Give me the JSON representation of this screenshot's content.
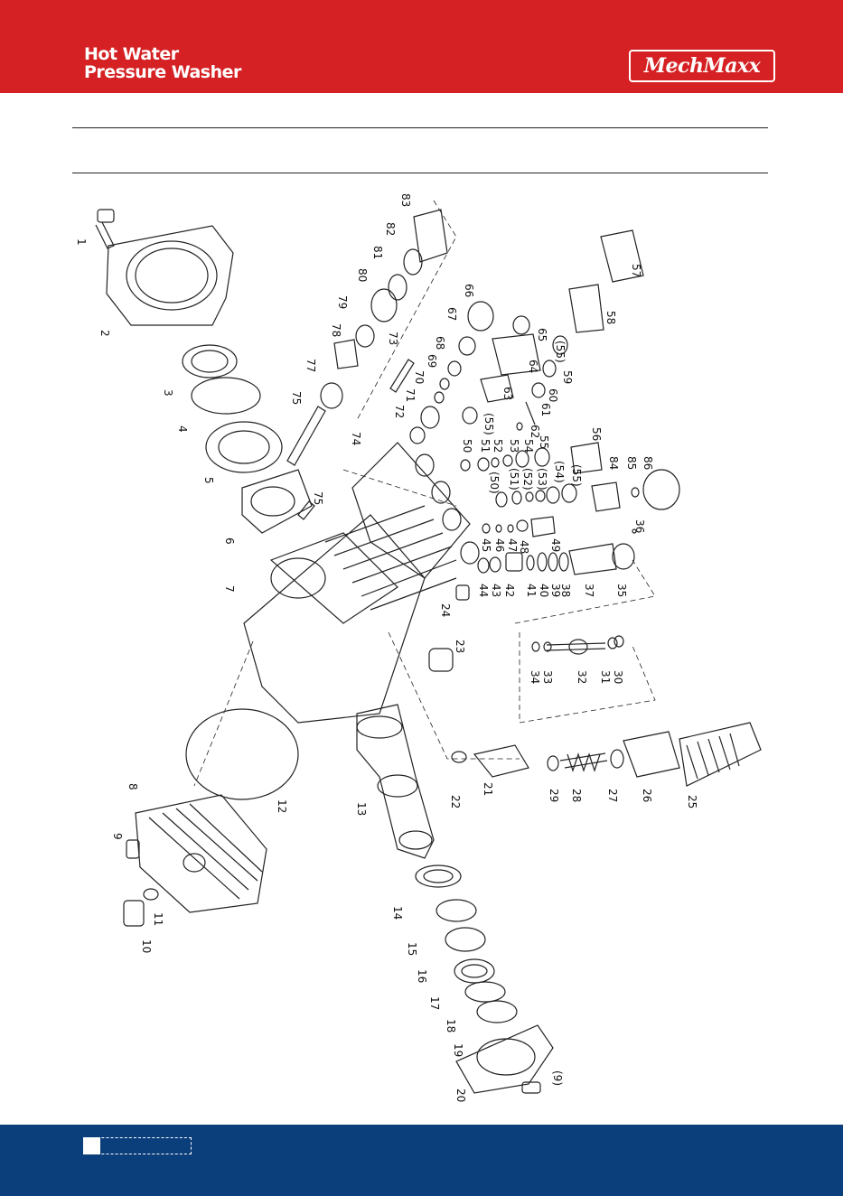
{
  "header": {
    "title_line1": "Hot Water",
    "title_line2": "Pressure Washer",
    "brand": "MechMaxx"
  },
  "colors": {
    "header_red": "#d52123",
    "footer_blue": "#0b3f7b"
  },
  "diagram": {
    "part_numbers": [
      "1",
      "2",
      "3",
      "4",
      "5",
      "6",
      "7",
      "8",
      "9",
      "10",
      "11",
      "12",
      "13",
      "14",
      "15",
      "16",
      "17",
      "18",
      "19",
      "20",
      "21",
      "22",
      "23",
      "24",
      "25",
      "26",
      "27",
      "28",
      "29",
      "30",
      "31",
      "32",
      "33",
      "34",
      "35",
      "36",
      "37",
      "38",
      "39",
      "40",
      "41",
      "42",
      "43",
      "44",
      "45",
      "46",
      "47",
      "48",
      "49",
      "50",
      "51",
      "52",
      "53",
      "54",
      "55",
      "56",
      "57",
      "58",
      "59",
      "60",
      "61",
      "62",
      "63",
      "64",
      "65",
      "66",
      "67",
      "68",
      "69",
      "70",
      "71",
      "72",
      "73",
      "74",
      "75",
      "75",
      "77",
      "78",
      "79",
      "80",
      "81",
      "82",
      "83",
      "84",
      "85",
      "86",
      "(55)",
      "(55)",
      "(50)",
      "(51)",
      "(52)",
      "(53)",
      "(54)",
      "(55)",
      "(9)"
    ]
  }
}
